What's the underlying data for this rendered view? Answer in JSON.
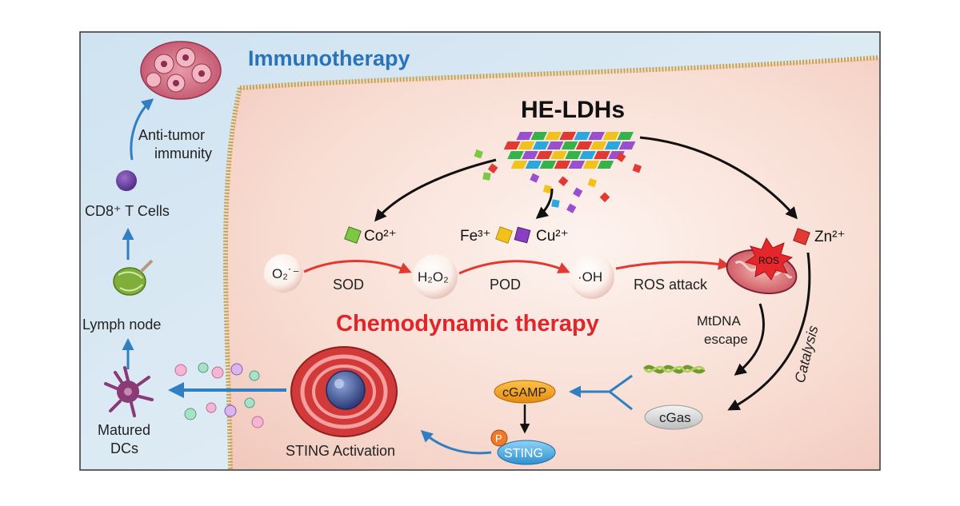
{
  "title": "Immunotherapy",
  "material": "HE-LDHs",
  "ions": {
    "co": "Co²⁺",
    "fe": "Fe³⁺",
    "cu": "Cu²⁺",
    "zn": "Zn²⁺"
  },
  "species": {
    "superoxide": "O₂˙⁻",
    "h2o2": "H₂O₂",
    "hydroxyl": "·OH"
  },
  "enzymes": {
    "sod": "SOD",
    "pod": "POD",
    "ros_attack": "ROS attack",
    "ros_badge": "ROS"
  },
  "therapy_label": "Chemodynamic therapy",
  "pathway": {
    "mtdna_line1": "MtDNA",
    "mtdna_line2": "escape",
    "catalysis": "Catalysis",
    "cgas": "cGas",
    "cgamp": "cGAMP",
    "p": "P",
    "sting": "STING",
    "sting_activation": "STING Activation"
  },
  "immune": {
    "anti_tumor_line1": "Anti-tumor",
    "anti_tumor_line2": "immunity",
    "cd8": "CD8⁺ T Cells",
    "lymph": "Lymph node",
    "dc_line1": "Matured",
    "dc_line2": "DCs"
  },
  "colors": {
    "title_blue": "#2a73b8",
    "therapy_red": "#e0262a",
    "arrow_red": "#e23a33",
    "arrow_blue": "#2f7fc2",
    "membrane": "#c9a24a",
    "cell_bg": "#f7d9cf"
  }
}
